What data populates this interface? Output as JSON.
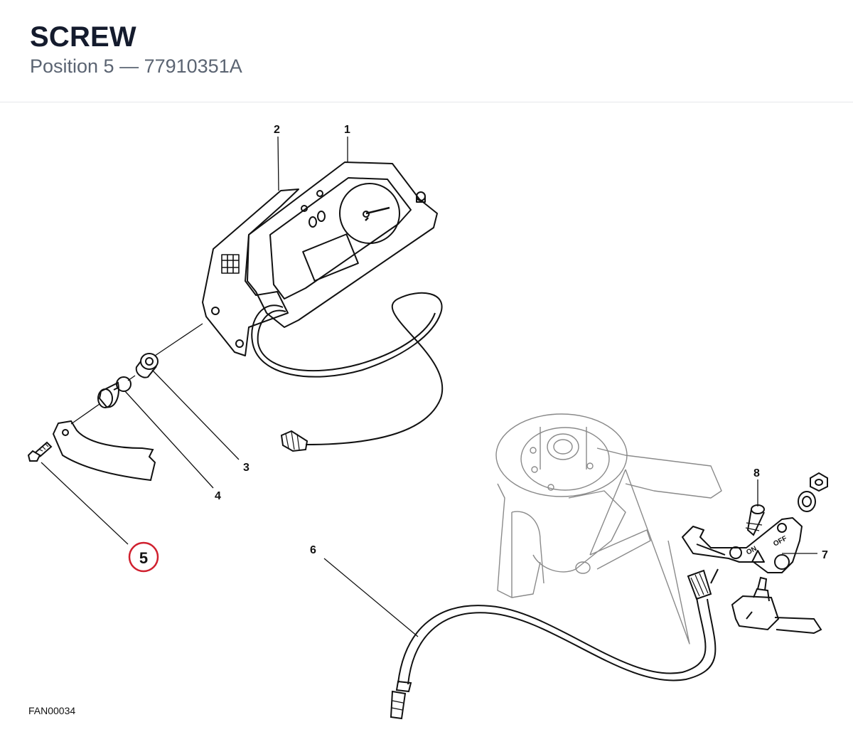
{
  "header": {
    "title": "SCREW",
    "subtitle": "Position 5 — 77910351A"
  },
  "highlight": {
    "position": "5",
    "color": "#d0202e"
  },
  "callouts": {
    "c1": "1",
    "c2": "2",
    "c3": "3",
    "c4": "4",
    "c6": "6",
    "c7": "7",
    "c8": "8"
  },
  "panel_marks": {
    "on": "ON",
    "off": "OFF"
  },
  "footer": {
    "code": "FAN00034"
  }
}
